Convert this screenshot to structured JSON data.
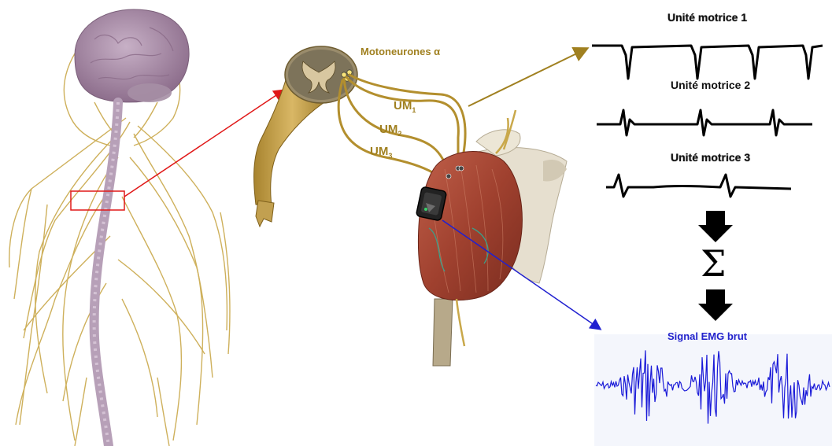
{
  "labels": {
    "motoneurons": "Motoneurones α",
    "um1_base": "UM",
    "um1_sub": "1",
    "um2_base": "UM",
    "um2_sub": "2",
    "um3_base": "UM",
    "um3_sub": "3",
    "mu1": "Unité motrice 1",
    "mu2": "Unité motrice 2",
    "mu3": "Unité motrice 3",
    "sum_symbol": "Σ",
    "emg_title": "Signal EMG brut"
  },
  "colors": {
    "nerve": "#c9a84a",
    "nerve_dark": "#8a6a1e",
    "brain": "#a98aa8",
    "spine": "#b7a0b8",
    "muscle": "#a0412f",
    "bone": "#e3dccb",
    "red_arrow": "#e01818",
    "blue_arrow": "#2020d0",
    "gold_arrow": "#a08020",
    "emg_signal": "#1a1ad8"
  },
  "icons": {
    "down_arrow_1": "down-arrow-icon",
    "down_arrow_2": "down-arrow-icon",
    "electrode": "emg-electrode-icon"
  }
}
